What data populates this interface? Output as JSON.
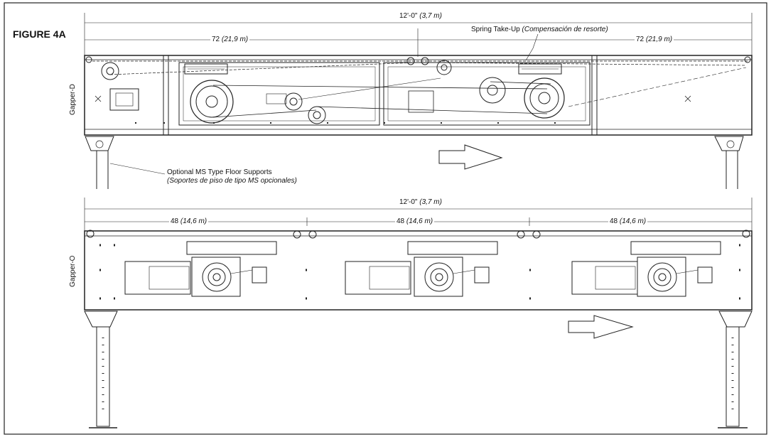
{
  "figure_label": "FIGURE 4A",
  "top_view": {
    "name": "Gapper-D",
    "overall_dim": {
      "main": "12'-0\"",
      "metric": "(3,7 m)"
    },
    "left_dim": {
      "main": "72",
      "metric": "(21,9 m)"
    },
    "right_dim": {
      "main": "72",
      "metric": "(21,9 m)"
    },
    "callout_takeup": {
      "main": "Spring Take-Up",
      "alt": "(Compensación de resorte)"
    },
    "callout_supports": {
      "main": "Optional MS Type Floor Supports",
      "alt": "(Soportes de piso de tipo MS opcionales)"
    }
  },
  "bottom_view": {
    "name": "Gapper-O",
    "overall_dim": {
      "main": "12'-0\"",
      "metric": "(3,7 m)"
    },
    "segment_dims": [
      {
        "main": "48",
        "metric": "(14,6 m)"
      },
      {
        "main": "48",
        "metric": "(14,6 m)"
      },
      {
        "main": "48",
        "metric": "(14,6 m)"
      }
    ]
  },
  "colors": {
    "line": "#222222",
    "background": "#ffffff"
  }
}
